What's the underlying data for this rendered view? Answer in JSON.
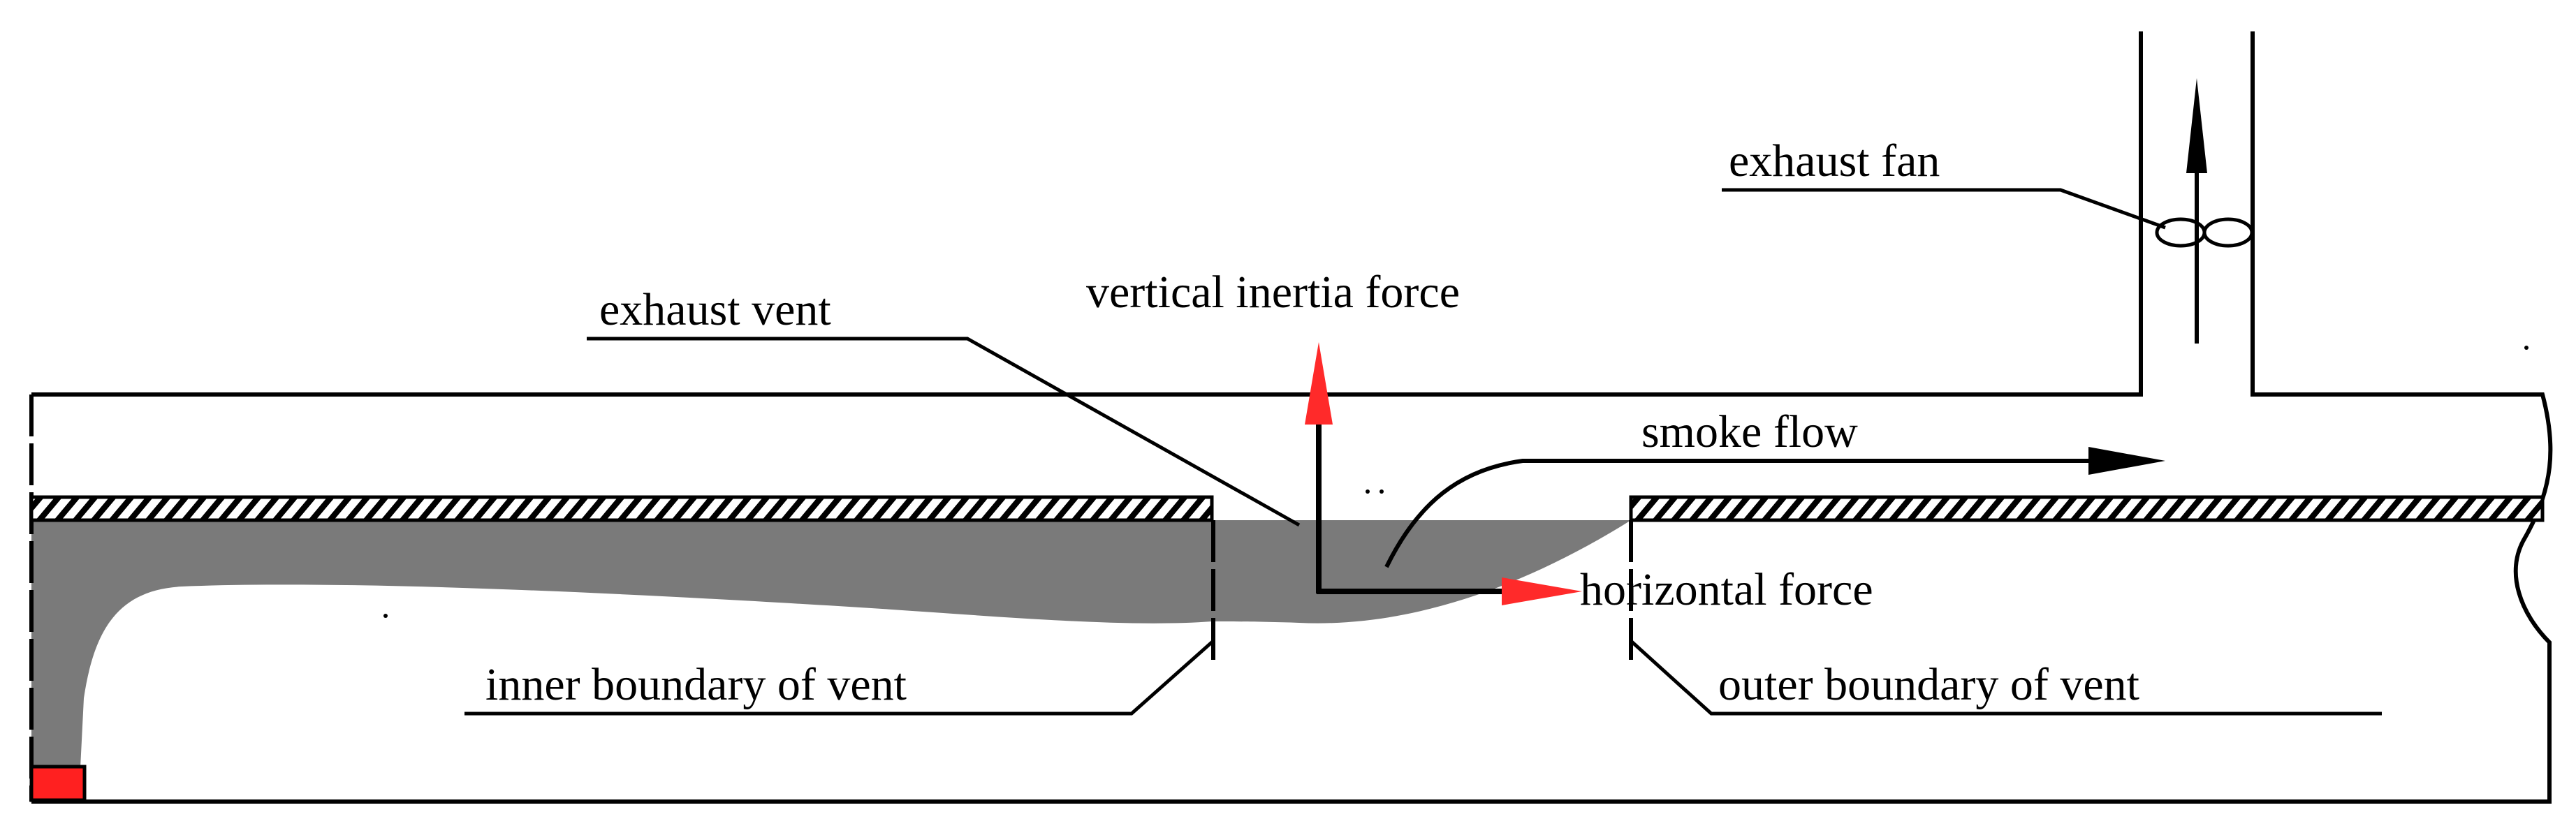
{
  "labels": {
    "exhaust_fan": "exhaust fan",
    "exhaust_vent": "exhaust vent",
    "vertical_inertia_force": "vertical inertia force",
    "smoke_flow": "smoke flow",
    "horizontal_force": "horizontal force",
    "inner_boundary": "inner boundary of vent",
    "outer_boundary": "outer boundary of vent"
  },
  "colors": {
    "smoke": "#7a7a7a",
    "force_arrow": "#ff2a2a",
    "fire_source": "#ff2020",
    "outline": "#000000"
  }
}
